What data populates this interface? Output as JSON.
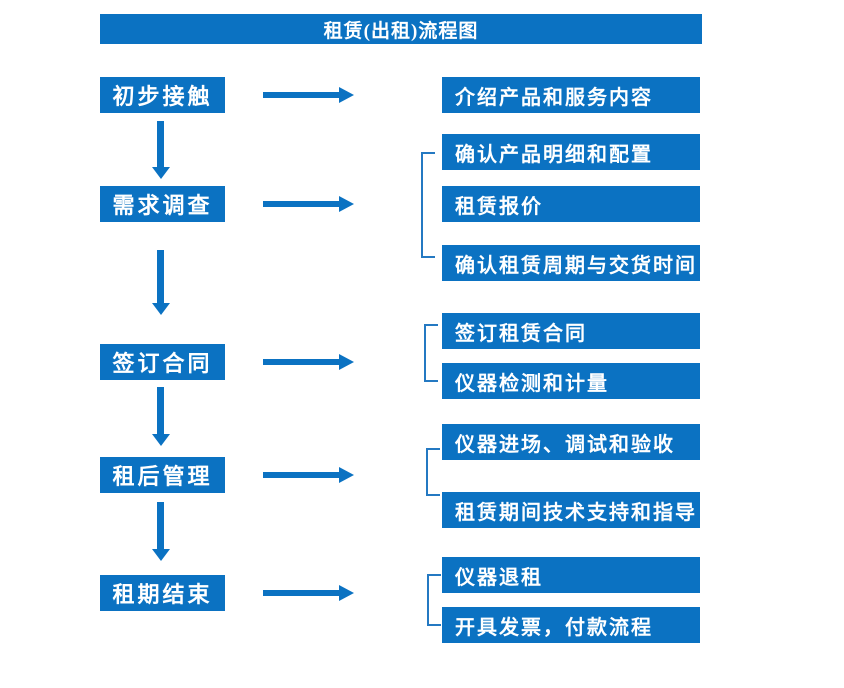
{
  "title": "租赁(出租)流程图",
  "colors": {
    "primary_blue": "#0b72c2",
    "bracket_blue": "#2479c2",
    "box_text": "#ffffff",
    "background": "#ffffff"
  },
  "stages": [
    {
      "label": "初步接触",
      "details": [
        "介绍产品和服务内容"
      ]
    },
    {
      "label": "需求调查",
      "details": [
        "确认产品明细和配置",
        "租赁报价",
        "确认租赁周期与交货时间"
      ]
    },
    {
      "label": "签订合同",
      "details": [
        "签订租赁合同",
        "仪器检测和计量"
      ]
    },
    {
      "label": "租后管理",
      "details": [
        "仪器进场、调试和验收",
        "租赁期间技术支持和指导"
      ]
    },
    {
      "label": "租期结束",
      "details": [
        "仪器退租",
        "开具发票，付款流程"
      ]
    }
  ]
}
